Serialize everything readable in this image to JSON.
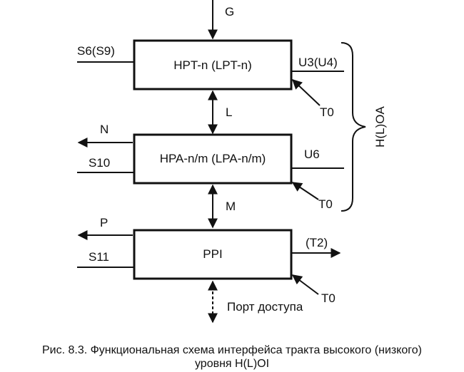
{
  "blocks": {
    "hpt": "HPT-n (LPT-n)",
    "hpa": "HPA-n/m (LPA-n/m)",
    "ppi": "PPI"
  },
  "signals": {
    "g": "G",
    "s6": "S6(S9)",
    "u3": "U3(U4)",
    "t0_top": "T0",
    "l": "L",
    "n": "N",
    "s10": "S10",
    "u6": "U6",
    "t0_mid": "T0",
    "m": "M",
    "p": "P",
    "s11": "S11",
    "t2": "(T2)",
    "t0_bottom": "T0",
    "access_port": "Порт доступа"
  },
  "brace_label": "H(L)OA",
  "caption": {
    "line1": "Рис. 8.3. Функциональная схема интерфейса тракта высокого (низкого)",
    "line2": "уровня H(L)OI"
  }
}
